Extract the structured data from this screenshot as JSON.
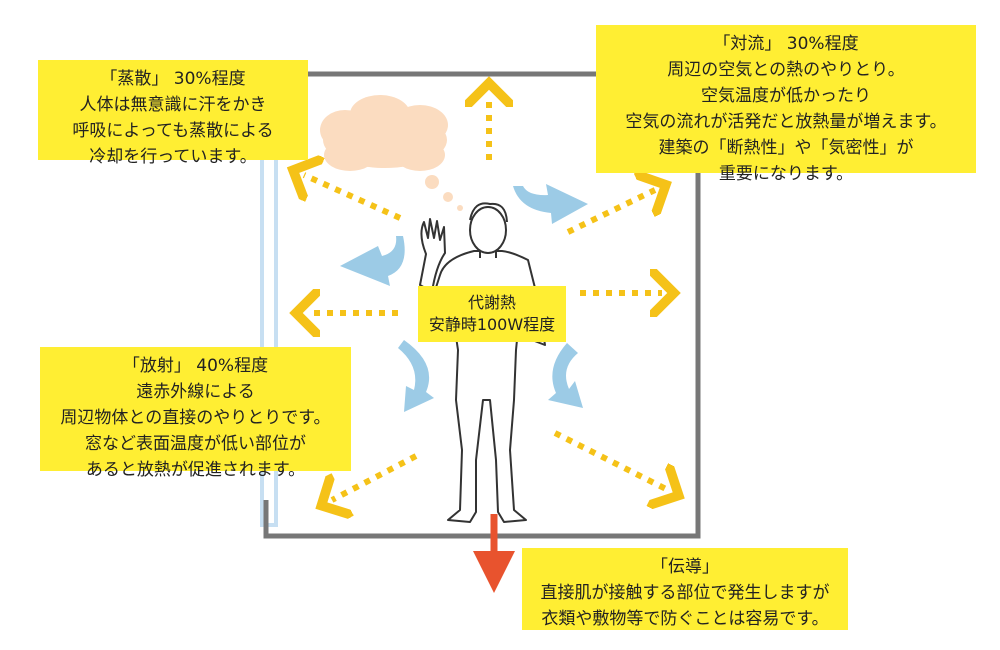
{
  "evaporation": {
    "lines": [
      "「蒸散」 30%程度",
      "人体は無意識に汗をかき",
      "呼吸によっても蒸散による",
      "冷却を行っています。"
    ]
  },
  "convection": {
    "lines": [
      "「対流」 30%程度",
      "周辺の空気との熱のやりとり。",
      "空気温度が低かったり",
      "空気の流れが活発だと放熱量が増えます。",
      "建築の「断熱性」や「気密性」が",
      "重要になります。"
    ]
  },
  "radiation": {
    "lines": [
      "「放射」 40%程度",
      "遠赤外線による",
      "周辺物体との直接のやりとりです。",
      "窓など表面温度が低い部位が",
      "あると放熱が促進されます。"
    ]
  },
  "conduction": {
    "lines": [
      "「伝導」",
      "直接肌が接触する部位で発生しますが",
      "衣類や敷物等で防ぐことは容易です。"
    ]
  },
  "metabolism": {
    "lines": [
      "代謝熱",
      "安静時100W程度"
    ]
  },
  "colors": {
    "box_fill": "#ffee33",
    "heat_arrow": "#f5c218",
    "air_arrow": "#9ccbe6",
    "conduction_arrow": "#e8532e",
    "room_wall": "#777777",
    "window": "#c7dff2"
  },
  "icons": [
    "thought-cloud-icon",
    "human-figure-icon"
  ]
}
